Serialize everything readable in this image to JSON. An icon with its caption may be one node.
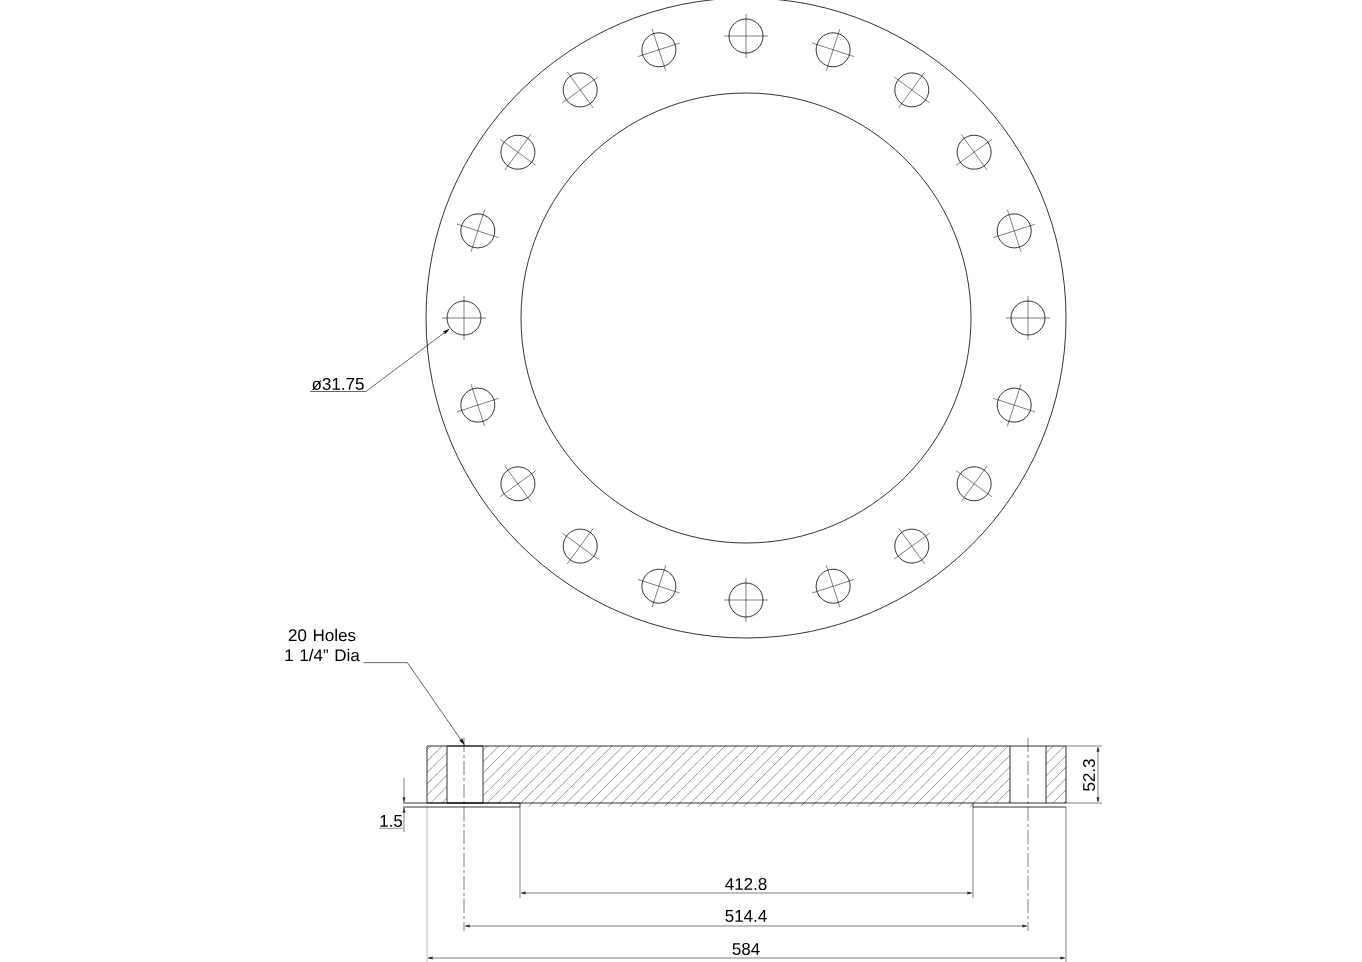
{
  "diagram": {
    "nodes": [
      {
        "text": [
          "ø31.75"
        ]
      },
      {
        "text": [],
        "shape": "circle"
      },
      {
        "text": [
          "20 Holes 1 1/4” Dia"
        ]
      },
      {
        "text": [],
        "shape": "box"
      }
    ],
    "edges": [
      {
        "from": 0,
        "to": 1,
        "arrow": "to"
      },
      {
        "from": 2,
        "to": 3,
        "arrow": "to"
      }
    ],
    "labels": [
      "52.3",
      "1.5",
      "412.8",
      "514.4",
      "584"
    ]
  }
}
